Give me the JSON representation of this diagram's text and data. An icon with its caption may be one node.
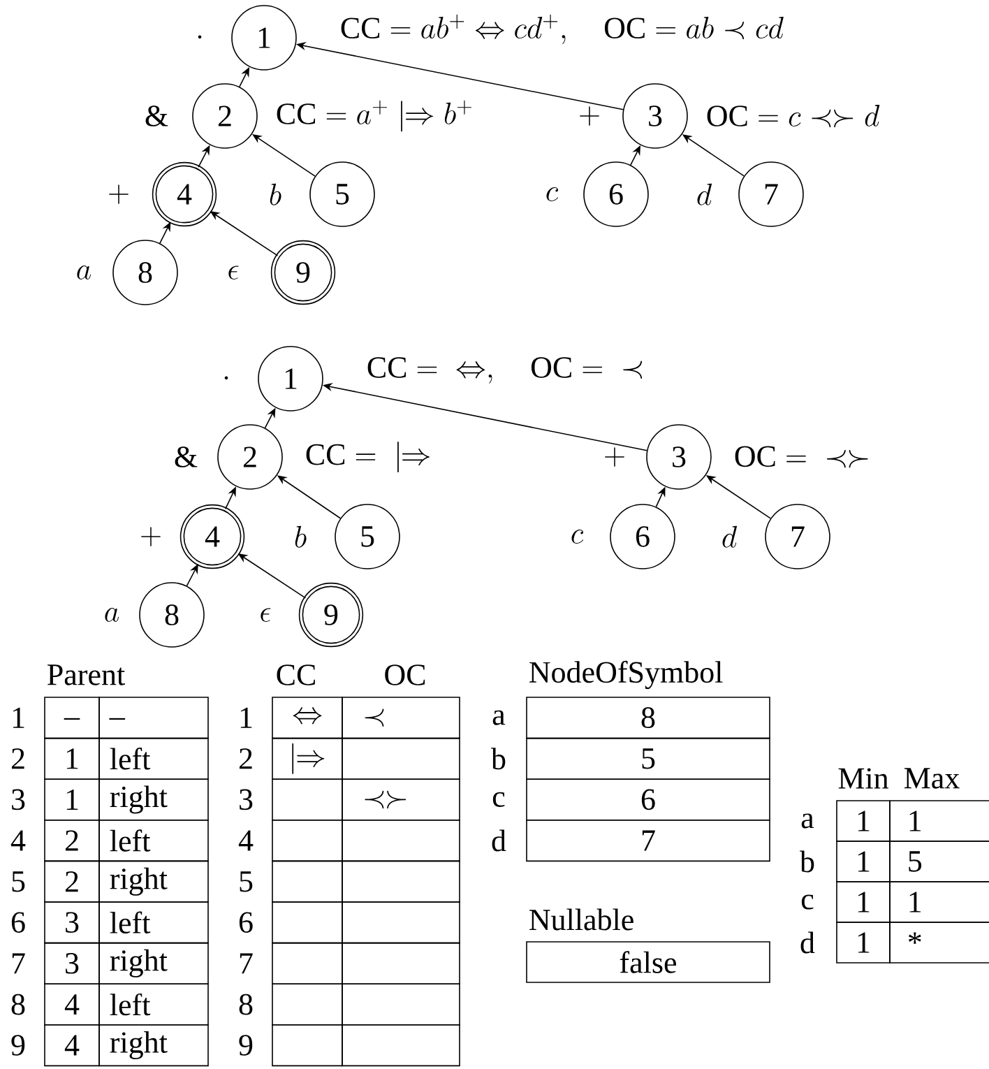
{
  "diagram": {
    "nodes": [
      {
        "text": [
          "1"
        ],
        "beside": [
          "\\cdot",
          "\\mathrm{CC} = ab^{+} \\Leftrightarrow cd^{+},\\quad \\mathrm{OC} = ab \\prec cd"
        ]
      },
      {
        "text": [
          "2"
        ],
        "beside": [
          "\\&",
          "\\mathrm{CC} = a^{+} \\mathrel{|\\!\\!\\Rightarrow} b^{+}"
        ]
      },
      {
        "text": [
          "3"
        ],
        "beside": [
          "+",
          "\\mathrm{OC} = c \\mathrel{\\prec\\mkern-1mu\\succ} d"
        ]
      },
      {
        "text": [
          "4"
        ],
        "beside": [
          "+"
        ]
      },
      {
        "text": [
          "5"
        ],
        "beside": [
          "b"
        ]
      },
      {
        "text": [
          "6"
        ],
        "beside": [
          "c"
        ]
      },
      {
        "text": [
          "7"
        ],
        "beside": [
          "d"
        ]
      },
      {
        "text": [
          "8"
        ],
        "beside": [
          "a"
        ]
      },
      {
        "text": [
          "9"
        ],
        "beside": [
          "\\epsilon"
        ]
      },
      {
        "text": [
          "1"
        ],
        "beside": [
          "\\cdot",
          "\\mathrm{CC} = {}\\Leftrightarrow,\\quad \\mathrm{OC} = {}\\prec"
        ]
      },
      {
        "text": [
          "2"
        ],
        "beside": [
          "\\&",
          "\\mathrm{CC} = {}\\mathrel{|\\!\\!\\Rightarrow}"
        ]
      },
      {
        "text": [
          "3"
        ],
        "beside": [
          "+",
          "\\mathrm{OC} = {}\\mathrel{\\prec\\mkern-1mu\\succ}"
        ]
      },
      {
        "text": [
          "4"
        ],
        "beside": [
          "+"
        ]
      },
      {
        "text": [
          "5"
        ],
        "beside": [
          "b"
        ]
      },
      {
        "text": [
          "6"
        ],
        "beside": [
          "c"
        ]
      },
      {
        "text": [
          "7"
        ],
        "beside": [
          "d"
        ]
      },
      {
        "text": [
          "8"
        ],
        "beside": [
          "a"
        ]
      },
      {
        "text": [
          "9"
        ],
        "beside": [
          "\\epsilon"
        ]
      }
    ],
    "edges": [
      {
        "from": 1,
        "to": 0,
        "arrow": "to"
      },
      {
        "from": 2,
        "to": 0,
        "arrow": "to"
      },
      {
        "from": 3,
        "to": 1,
        "arrow": "to"
      },
      {
        "from": 4,
        "to": 1,
        "arrow": "to"
      },
      {
        "from": 5,
        "to": 2,
        "arrow": "to"
      },
      {
        "from": 6,
        "to": 2,
        "arrow": "to"
      },
      {
        "from": 7,
        "to": 3,
        "arrow": "to"
      },
      {
        "from": 8,
        "to": 3,
        "arrow": "to"
      },
      {
        "from": 10,
        "to": 9,
        "arrow": "to"
      },
      {
        "from": 11,
        "to": 9,
        "arrow": "to"
      },
      {
        "from": 12,
        "to": 10,
        "arrow": "to"
      },
      {
        "from": 13,
        "to": 10,
        "arrow": "to"
      },
      {
        "from": 14,
        "to": 11,
        "arrow": "to"
      },
      {
        "from": 15,
        "to": 11,
        "arrow": "to"
      },
      {
        "from": 16,
        "to": 12,
        "arrow": "to"
      },
      {
        "from": 17,
        "to": 12,
        "arrow": "to"
      }
    ],
    "labels": [
      "Parent",
      "1",
      "_",
      "_",
      "2",
      "1",
      "left",
      "3",
      "1",
      "right",
      "4",
      "2",
      "left",
      "5",
      "2",
      "right",
      "6",
      "3",
      "left",
      "7",
      "3",
      "right",
      "8",
      "4",
      "left",
      "9",
      "4",
      "right",
      "CC",
      "OC",
      "1",
      "\\Leftrightarrow",
      "\\prec",
      "2",
      "\\mathrel{|\\!\\!\\Rightarrow}",
      "3",
      "\\prec\\mkern-1mu\\succ",
      "4",
      "5",
      "6",
      "7",
      "8",
      "9",
      "NodeOfSymbol",
      "a",
      "8",
      "b",
      "5",
      "c",
      "6",
      "d",
      "7",
      "Nullable",
      "false",
      "Min",
      "Max",
      "a",
      "1",
      "1",
      "b",
      "1",
      "5",
      "c",
      "1",
      "1",
      "d",
      "1",
      "*"
    ]
  }
}
